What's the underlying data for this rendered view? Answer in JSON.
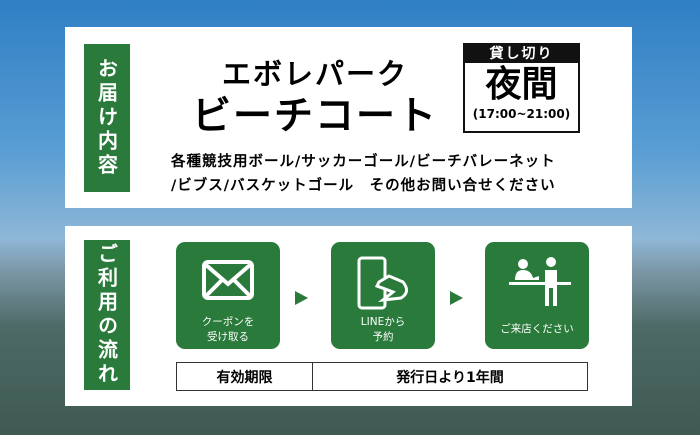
{
  "contents": {
    "label": "お届け内容",
    "title_line1": "エボレパーク",
    "title_line2": "ビーチコート",
    "badge": {
      "header": "貸し切り",
      "main": "夜間",
      "hours": "(17:00~21:00)"
    },
    "description_line1": "各種競技用ボール/サッカーゴール/ビーチバレーネット",
    "description_line2": "/ビブス/バスケットゴール　その他お問い合せください"
  },
  "flow": {
    "label": "ご利用の流れ",
    "steps": [
      {
        "icon": "envelope-icon",
        "line1": "クーポンを",
        "line2": "受け取る"
      },
      {
        "icon": "smartphone-tap-icon",
        "line1": "LINEから",
        "line2": "予約"
      },
      {
        "icon": "reception-desk-icon",
        "line1": "ご来店ください",
        "line2": ""
      }
    ],
    "validity_label": "有効期限",
    "validity_value": "発行日より1年間"
  },
  "colors": {
    "green": "#2a7a3b"
  }
}
